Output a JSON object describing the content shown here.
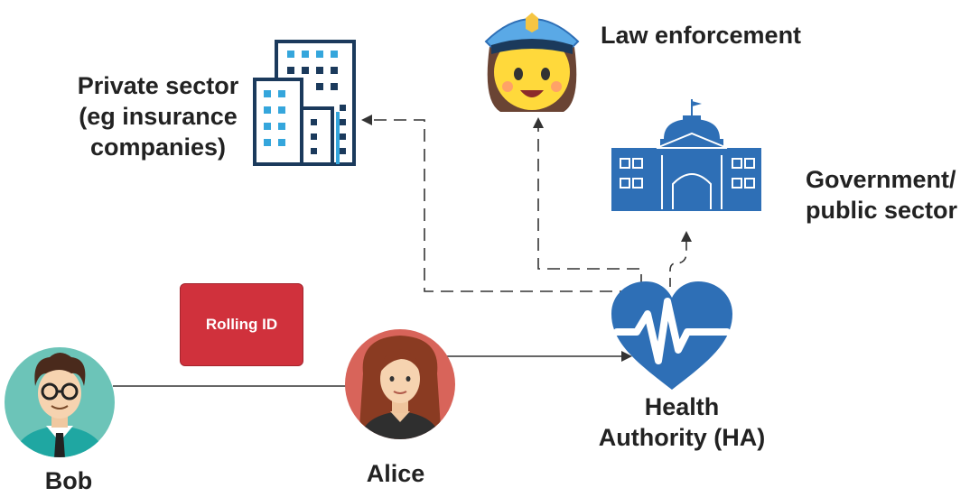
{
  "nodes": {
    "private_sector": [
      "Private sector",
      "(eg insurance",
      "companies)"
    ],
    "law_enforcement": "Law enforcement",
    "government": [
      "Government/",
      "public sector"
    ],
    "health_authority": [
      "Health",
      "Authority (HA)"
    ],
    "bob": "Bob",
    "alice": "Alice"
  },
  "rolling_id": "Rolling ID",
  "colors": {
    "blue": "#2e6fb6",
    "dark_blue": "#1b3a5c",
    "red": "#d0313c",
    "teal": "#1fa7a2",
    "light_blue": "#35a6dc"
  }
}
